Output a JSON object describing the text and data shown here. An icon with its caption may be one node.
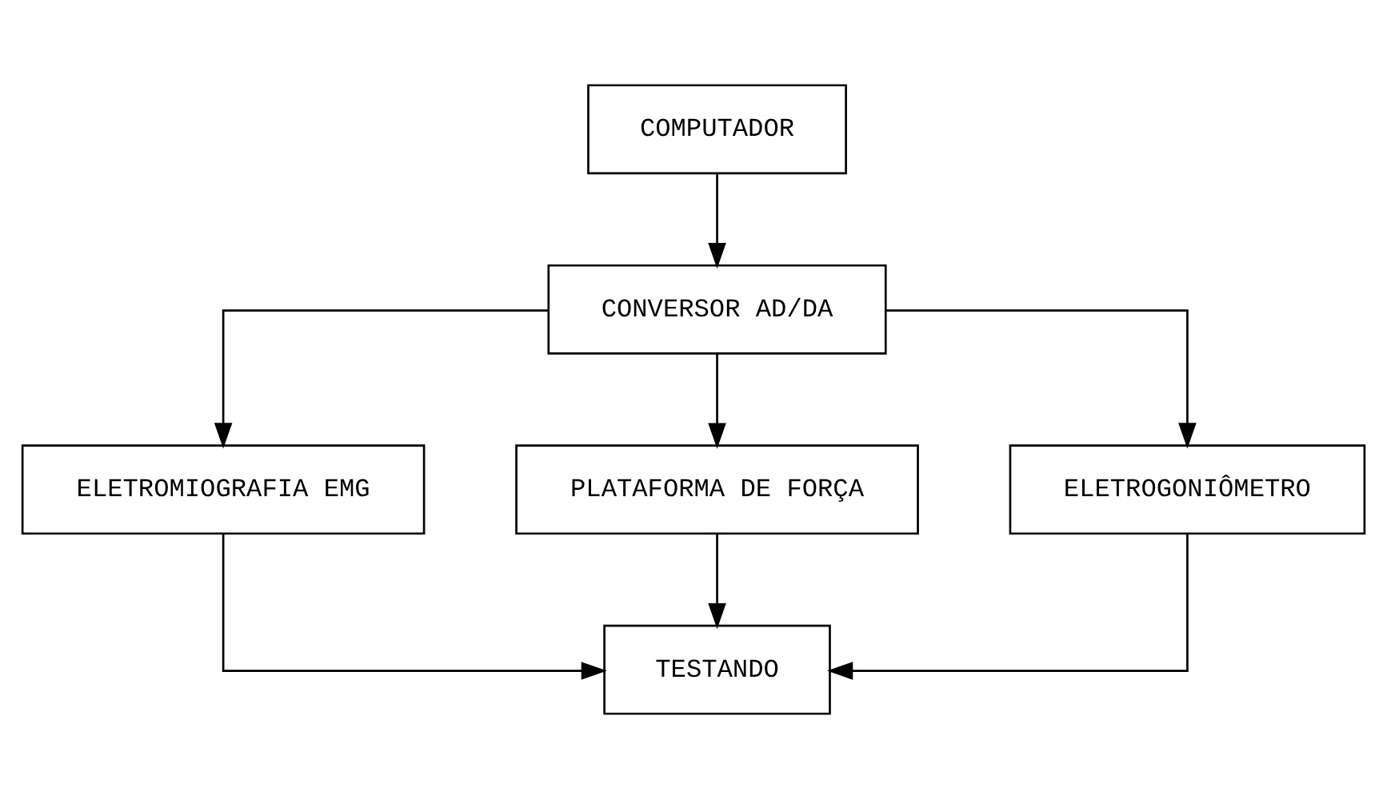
{
  "diagram": {
    "nodes": [
      {
        "text": [
          "COMPUTADOR"
        ]
      },
      {
        "text": [
          "CONVERSOR AD/DA"
        ]
      },
      {
        "text": [
          "ELETROMIOGRAFIA EMG"
        ]
      },
      {
        "text": [
          "PLATAFORMA DE FORÇA"
        ]
      },
      {
        "text": [
          "ELETROGONIÔMETRO"
        ]
      },
      {
        "text": [
          "TESTANDO"
        ]
      }
    ],
    "edges": [
      {
        "from": 0,
        "to": 1,
        "arrow": "to"
      },
      {
        "from": 1,
        "to": 2,
        "arrow": "to"
      },
      {
        "from": 1,
        "to": 3,
        "arrow": "to"
      },
      {
        "from": 1,
        "to": 4,
        "arrow": "to"
      },
      {
        "from": 2,
        "to": 5,
        "arrow": "to"
      },
      {
        "from": 3,
        "to": 5,
        "arrow": "to"
      },
      {
        "from": 4,
        "to": 5,
        "arrow": "to"
      }
    ]
  }
}
